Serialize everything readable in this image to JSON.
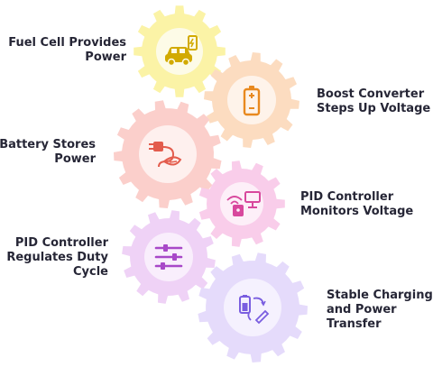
{
  "steps": [
    {
      "lines": [
        "Fuel Cell Provides",
        "Power"
      ],
      "icon": "car-charging-icon",
      "gear_color": "#fbf3a6",
      "circle_color": "#fdfbe7",
      "icon_color": "#d2aa00"
    },
    {
      "lines": [
        "Boost Converter",
        "Steps Up Voltage"
      ],
      "icon": "battery-icon",
      "gear_color": "#fcdcc0",
      "circle_color": "#fef3ea",
      "icon_color": "#e8891f"
    },
    {
      "lines": [
        "Battery Stores",
        "Power"
      ],
      "icon": "plug-leaf-icon",
      "gear_color": "#fbcfcb",
      "circle_color": "#fef0ee",
      "icon_color": "#e35c4d"
    },
    {
      "lines": [
        "PID Controller",
        "Monitors Voltage"
      ],
      "icon": "remote-monitor-icon",
      "gear_color": "#f9cdea",
      "circle_color": "#fdeff8",
      "icon_color": "#d8489d"
    },
    {
      "lines": [
        "PID Controller",
        "Regulates Duty",
        "Cycle"
      ],
      "icon": "sliders-icon",
      "gear_color": "#efd2f6",
      "circle_color": "#f9eefc",
      "icon_color": "#a848c8"
    },
    {
      "lines": [
        "Stable Charging",
        "and Power",
        "Transfer"
      ],
      "icon": "battery-exchange-icon",
      "gear_color": "#e5dbfb",
      "circle_color": "#f5f1fe",
      "icon_color": "#7a5ee0"
    }
  ]
}
